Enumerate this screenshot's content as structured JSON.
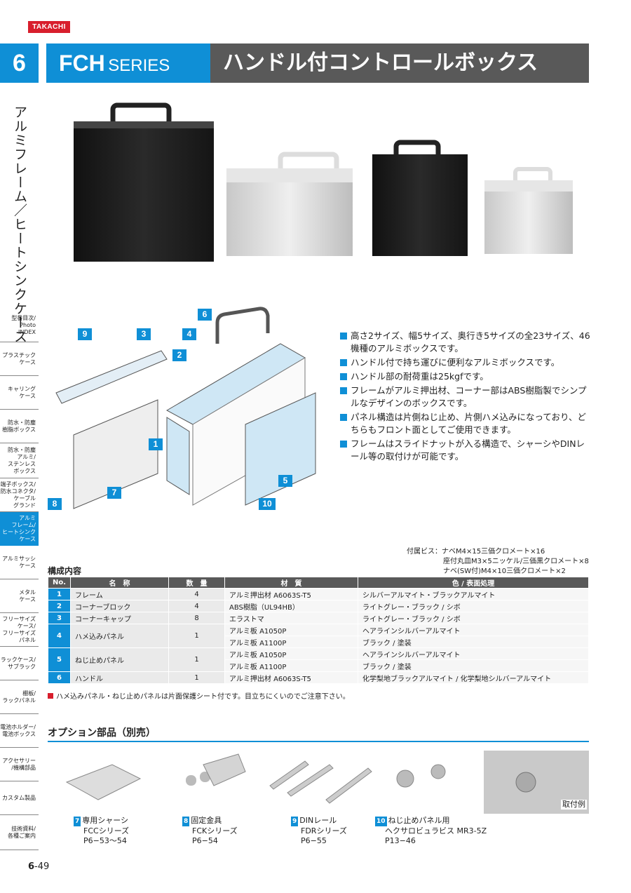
{
  "brand": "TAKACHI",
  "chapter_number": "6",
  "series_bold": "FCH",
  "series_word": "SERIES",
  "product_title": "ハンドル付コントロールボックス",
  "vertical_category": "アルミフレーム／ヒートシンクケース",
  "sidebar": [
    {
      "label": "型番目次/\nPhoto\nINDEX",
      "h": 48
    },
    {
      "label": "プラスチック\nケース",
      "h": 48
    },
    {
      "label": "キャリング\nケース",
      "h": 48
    },
    {
      "label": "防水・防塵\n樹脂ボックス",
      "h": 48
    },
    {
      "label": "防水・防塵\nアルミ/\nステンレス\nボックス",
      "h": 50
    },
    {
      "label": "端子ボックス/\n防水コネクタ/\nケーブル\nグランド",
      "h": 48
    },
    {
      "label": "アルミ\nフレーム/\nヒートシンク\nケース",
      "h": 48,
      "active": true
    },
    {
      "label": "アルミサッシ\nケース",
      "h": 48
    },
    {
      "label": "メタル\nケース",
      "h": 48
    },
    {
      "label": "フリーサイズ\nケース/\nフリーサイズ\nパネル",
      "h": 48
    },
    {
      "label": "ラックケース/\nサブラック",
      "h": 48
    },
    {
      "label": "棚板/\nラックパネル",
      "h": 48
    },
    {
      "label": "電池ホルダー/\n電池ボックス",
      "h": 48
    },
    {
      "label": "アクセサリー\n/機構部品",
      "h": 48
    },
    {
      "label": "カスタム製品",
      "h": 48
    },
    {
      "label": "技術資料/\n各種ご案内",
      "h": 50
    }
  ],
  "diagram_labels": [
    "6",
    "9",
    "3",
    "4",
    "2",
    "1",
    "7",
    "5",
    "8",
    "10"
  ],
  "features": [
    "高さ2サイズ、幅5サイズ、奥行き5サイズの全23サイズ、46機種のアルミボックスです。",
    "ハンドル付で持ち運びに便利なアルミボックスです。",
    "ハンドル部の耐荷重は25kgfです。",
    "フレームがアルミ押出材、コーナー部はABS樹脂製でシンプルなデザインのボックスです。",
    "パネル構造は片側ねじ止め、片側ハメ込みになっており、どちらもフロント面としてご使用できます。",
    "フレームはスライドナットが入る構造で、シャーシやDINレール等の取付けが可能です。"
  ],
  "screws": [
    "付属ビス：ナベM4×15三価クロメート×16",
    "座付丸皿M3×5ニッケル/三価黒クロメート×8",
    "ナベ(SW付)M4×10三価クロメート×2"
  ],
  "composition_title": "構成内容",
  "table": {
    "headers": [
      "No.",
      "名　称",
      "数　量",
      "材　質",
      "色 / 表面処理"
    ],
    "rows": [
      {
        "no": "1",
        "name": "フレーム",
        "qty": "4",
        "mats": [
          [
            "アルミ押出材 A6063S-T5",
            "シルバーアルマイト・ブラックアルマイト"
          ]
        ]
      },
      {
        "no": "2",
        "name": "コーナーブロック",
        "qty": "4",
        "mats": [
          [
            "ABS樹脂（UL94HB）",
            "ライトグレー・ブラック / シボ"
          ]
        ]
      },
      {
        "no": "3",
        "name": "コーナーキャップ",
        "qty": "8",
        "mats": [
          [
            "エラストマ",
            "ライトグレー・ブラック / シボ"
          ]
        ]
      },
      {
        "no": "4",
        "name": "ハメ込みパネル",
        "qty": "1",
        "mats": [
          [
            "アルミ板 A1050P",
            "ヘアラインシルバーアルマイト"
          ],
          [
            "アルミ板 A1100P",
            "ブラック / 塗装"
          ]
        ]
      },
      {
        "no": "5",
        "name": "ねじ止めパネル",
        "qty": "1",
        "mats": [
          [
            "アルミ板 A1050P",
            "ヘアラインシルバーアルマイト"
          ],
          [
            "アルミ板 A1100P",
            "ブラック / 塗装"
          ]
        ]
      },
      {
        "no": "6",
        "name": "ハンドル",
        "qty": "1",
        "mats": [
          [
            "アルミ押出材 A6063S-T5",
            "化学梨地ブラックアルマイト / 化学梨地シルバーアルマイト"
          ]
        ]
      }
    ]
  },
  "note": "ハメ込みパネル・ねじ止めパネルは片面保護シート付です。目立ちにくいのでご注意下さい。",
  "options_title": "オプション部品（別売）",
  "options": [
    {
      "num": "7",
      "name": "専用シャーシ",
      "series": "FCCシリーズ",
      "page": "P6−53〜54"
    },
    {
      "num": "8",
      "name": "固定金具",
      "series": "FCKシリーズ",
      "page": "P6−54"
    },
    {
      "num": "9",
      "name": "DINレール",
      "series": "FDRシリーズ",
      "page": "P6−55"
    },
    {
      "num": "10",
      "name": "ねじ止めパネル用",
      "series": "ヘクサロビュラビス MR3-5Z",
      "page": "P13−46"
    }
  ],
  "mount_example": "取付例",
  "page_chapter": "6",
  "page_num": "-49"
}
